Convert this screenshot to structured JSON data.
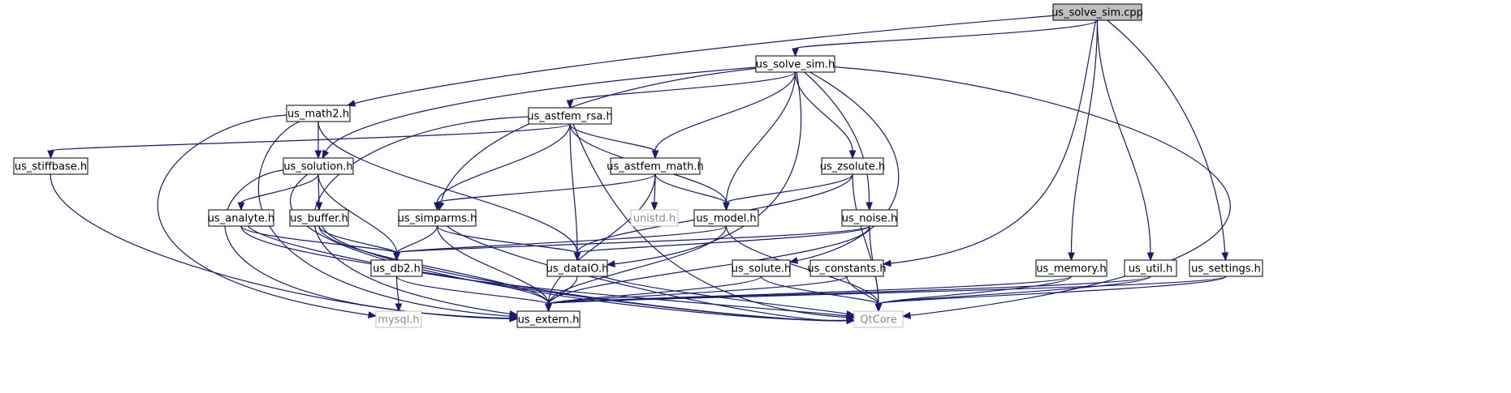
{
  "colors": {
    "edge": "#191970",
    "root_fill": "#bfbfbf",
    "node_fill": "#ffffff",
    "external_border": "#bfbfbf",
    "external_text": "#8c8c8c"
  },
  "nodes": [
    {
      "id": "us_solve_sim_cpp",
      "label": "us_solve_sim.cpp",
      "kind": "root"
    },
    {
      "id": "us_solve_sim_h",
      "label": "us_solve_sim.h",
      "kind": "header"
    },
    {
      "id": "us_math2_h",
      "label": "us_math2.h",
      "kind": "header"
    },
    {
      "id": "us_astfem_rsa_h",
      "label": "us_astfem_rsa.h",
      "kind": "header"
    },
    {
      "id": "us_stiffbase_h",
      "label": "us_stiffbase.h",
      "kind": "header"
    },
    {
      "id": "us_solution_h",
      "label": "us_solution.h",
      "kind": "header"
    },
    {
      "id": "us_astfem_math_h",
      "label": "us_astfem_math.h",
      "kind": "header"
    },
    {
      "id": "us_zsolute_h",
      "label": "us_zsolute.h",
      "kind": "header"
    },
    {
      "id": "us_analyte_h",
      "label": "us_analyte.h",
      "kind": "header"
    },
    {
      "id": "us_buffer_h",
      "label": "us_buffer.h",
      "kind": "header"
    },
    {
      "id": "us_simparms_h",
      "label": "us_simparms.h",
      "kind": "header"
    },
    {
      "id": "unistd_h",
      "label": "unistd.h",
      "kind": "external"
    },
    {
      "id": "us_model_h",
      "label": "us_model.h",
      "kind": "header"
    },
    {
      "id": "us_noise_h",
      "label": "us_noise.h",
      "kind": "header"
    },
    {
      "id": "us_db2_h",
      "label": "us_db2.h",
      "kind": "header"
    },
    {
      "id": "us_dataIO_h",
      "label": "us_dataIO.h",
      "kind": "header"
    },
    {
      "id": "us_solute_h",
      "label": "us_solute.h",
      "kind": "header"
    },
    {
      "id": "us_constants_h",
      "label": "us_constants.h",
      "kind": "header"
    },
    {
      "id": "us_memory_h",
      "label": "us_memory.h",
      "kind": "header"
    },
    {
      "id": "us_util_h",
      "label": "us_util.h",
      "kind": "header"
    },
    {
      "id": "us_settings_h",
      "label": "us_settings.h",
      "kind": "header"
    },
    {
      "id": "mysql_h",
      "label": "mysql.h",
      "kind": "external"
    },
    {
      "id": "us_extern_h",
      "label": "us_extern.h",
      "kind": "header"
    },
    {
      "id": "QtCore",
      "label": "QtCore",
      "kind": "external"
    }
  ],
  "edges": [
    [
      "us_solve_sim_cpp",
      "us_solve_sim_h"
    ],
    [
      "us_solve_sim_cpp",
      "us_math2_h"
    ],
    [
      "us_solve_sim_cpp",
      "us_constants_h"
    ],
    [
      "us_solve_sim_cpp",
      "us_memory_h"
    ],
    [
      "us_solve_sim_cpp",
      "us_util_h"
    ],
    [
      "us_solve_sim_cpp",
      "us_settings_h"
    ],
    [
      "us_solve_sim_h",
      "us_astfem_rsa_h"
    ],
    [
      "us_solve_sim_h",
      "us_solution_h"
    ],
    [
      "us_solve_sim_h",
      "us_astfem_math_h"
    ],
    [
      "us_solve_sim_h",
      "us_zsolute_h"
    ],
    [
      "us_solve_sim_h",
      "us_simparms_h"
    ],
    [
      "us_solve_sim_h",
      "us_model_h"
    ],
    [
      "us_solve_sim_h",
      "us_noise_h"
    ],
    [
      "us_solve_sim_h",
      "us_dataIO_h"
    ],
    [
      "us_solve_sim_h",
      "us_solute_h"
    ],
    [
      "us_solve_sim_h",
      "QtCore"
    ],
    [
      "us_math2_h",
      "us_solution_h"
    ],
    [
      "us_math2_h",
      "us_dataIO_h"
    ],
    [
      "us_math2_h",
      "us_extern_h"
    ],
    [
      "us_math2_h",
      "mysql_h"
    ],
    [
      "us_astfem_rsa_h",
      "us_stiffbase_h"
    ],
    [
      "us_astfem_rsa_h",
      "us_astfem_math_h"
    ],
    [
      "us_astfem_rsa_h",
      "us_simparms_h"
    ],
    [
      "us_astfem_rsa_h",
      "us_model_h"
    ],
    [
      "us_astfem_rsa_h",
      "us_dataIO_h"
    ],
    [
      "us_astfem_rsa_h",
      "us_extern_h"
    ],
    [
      "us_astfem_rsa_h",
      "QtCore"
    ],
    [
      "us_stiffbase_h",
      "us_extern_h"
    ],
    [
      "us_solution_h",
      "us_analyte_h"
    ],
    [
      "us_solution_h",
      "us_buffer_h"
    ],
    [
      "us_solution_h",
      "us_db2_h"
    ],
    [
      "us_solution_h",
      "us_extern_h"
    ],
    [
      "us_solution_h",
      "QtCore"
    ],
    [
      "us_astfem_math_h",
      "unistd_h"
    ],
    [
      "us_astfem_math_h",
      "us_model_h"
    ],
    [
      "us_astfem_math_h",
      "us_simparms_h"
    ],
    [
      "us_astfem_math_h",
      "us_extern_h"
    ],
    [
      "us_zsolute_h",
      "us_model_h"
    ],
    [
      "us_zsolute_h",
      "us_dataIO_h"
    ],
    [
      "us_zsolute_h",
      "QtCore"
    ],
    [
      "us_analyte_h",
      "us_db2_h"
    ],
    [
      "us_analyte_h",
      "us_extern_h"
    ],
    [
      "us_analyte_h",
      "QtCore"
    ],
    [
      "us_buffer_h",
      "us_db2_h"
    ],
    [
      "us_buffer_h",
      "us_extern_h"
    ],
    [
      "us_buffer_h",
      "QtCore"
    ],
    [
      "us_simparms_h",
      "us_db2_h"
    ],
    [
      "us_simparms_h",
      "us_dataIO_h"
    ],
    [
      "us_simparms_h",
      "us_extern_h"
    ],
    [
      "us_simparms_h",
      "QtCore"
    ],
    [
      "us_model_h",
      "us_db2_h"
    ],
    [
      "us_model_h",
      "us_extern_h"
    ],
    [
      "us_model_h",
      "QtCore"
    ],
    [
      "us_noise_h",
      "us_db2_h"
    ],
    [
      "us_noise_h",
      "us_dataIO_h"
    ],
    [
      "us_noise_h",
      "us_extern_h"
    ],
    [
      "us_noise_h",
      "QtCore"
    ],
    [
      "us_db2_h",
      "mysql_h"
    ],
    [
      "us_db2_h",
      "us_extern_h"
    ],
    [
      "us_db2_h",
      "QtCore"
    ],
    [
      "us_dataIO_h",
      "us_extern_h"
    ],
    [
      "us_dataIO_h",
      "QtCore"
    ],
    [
      "us_solute_h",
      "us_extern_h"
    ],
    [
      "us_solute_h",
      "QtCore"
    ],
    [
      "us_constants_h",
      "us_extern_h"
    ],
    [
      "us_constants_h",
      "QtCore"
    ],
    [
      "us_memory_h",
      "us_extern_h"
    ],
    [
      "us_memory_h",
      "QtCore"
    ],
    [
      "us_util_h",
      "us_extern_h"
    ],
    [
      "us_util_h",
      "QtCore"
    ],
    [
      "us_settings_h",
      "us_extern_h"
    ],
    [
      "us_settings_h",
      "QtCore"
    ]
  ]
}
